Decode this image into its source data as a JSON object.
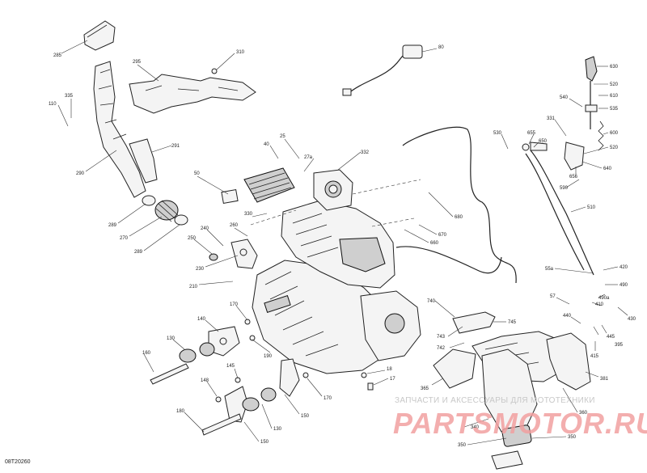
{
  "diagram": {
    "document_code": "08T20260",
    "watermark_caption": "ЗАПЧАСТИ И АКСЕССУАРЫ ДЛЯ МОТОТЕХНИКИ",
    "watermark_logo": "PARTSMOTOR.RU",
    "callouts": [
      {
        "id": "c285",
        "label": "285"
      },
      {
        "id": "c295",
        "label": "295"
      },
      {
        "id": "c310",
        "label": "310"
      },
      {
        "id": "c335",
        "label": "335"
      },
      {
        "id": "c110",
        "label": "110"
      },
      {
        "id": "c291",
        "label": "291"
      },
      {
        "id": "c290",
        "label": "290"
      },
      {
        "id": "c289a",
        "label": "289"
      },
      {
        "id": "c270",
        "label": "270"
      },
      {
        "id": "c289b",
        "label": "289"
      },
      {
        "id": "c50",
        "label": "50"
      },
      {
        "id": "c40",
        "label": "40"
      },
      {
        "id": "c25",
        "label": "25"
      },
      {
        "id": "c27a",
        "label": "27a"
      },
      {
        "id": "c332",
        "label": "332"
      },
      {
        "id": "c330",
        "label": "330"
      },
      {
        "id": "c260",
        "label": "260"
      },
      {
        "id": "c240",
        "label": "240"
      },
      {
        "id": "c250",
        "label": "250"
      },
      {
        "id": "c230",
        "label": "230"
      },
      {
        "id": "c210",
        "label": "210"
      },
      {
        "id": "c80",
        "label": "80"
      },
      {
        "id": "c680",
        "label": "680"
      },
      {
        "id": "c670",
        "label": "670"
      },
      {
        "id": "c660",
        "label": "660"
      },
      {
        "id": "c630",
        "label": "630"
      },
      {
        "id": "c520a",
        "label": "520"
      },
      {
        "id": "c540",
        "label": "540"
      },
      {
        "id": "c610",
        "label": "610"
      },
      {
        "id": "c535",
        "label": "535"
      },
      {
        "id": "c331",
        "label": "331"
      },
      {
        "id": "c600",
        "label": "600"
      },
      {
        "id": "c530",
        "label": "530"
      },
      {
        "id": "c655",
        "label": "655"
      },
      {
        "id": "c650",
        "label": "650"
      },
      {
        "id": "c520b",
        "label": "520"
      },
      {
        "id": "c640",
        "label": "640"
      },
      {
        "id": "c656",
        "label": "656"
      },
      {
        "id": "c590",
        "label": "590"
      },
      {
        "id": "c510",
        "label": "510"
      },
      {
        "id": "c420",
        "label": "420"
      },
      {
        "id": "c55a",
        "label": "55a"
      },
      {
        "id": "c490",
        "label": "490"
      },
      {
        "id": "c490a",
        "label": "490a"
      },
      {
        "id": "c57",
        "label": "57"
      },
      {
        "id": "c410",
        "label": "410"
      },
      {
        "id": "c430",
        "label": "430"
      },
      {
        "id": "c440",
        "label": "440"
      },
      {
        "id": "c445",
        "label": "445"
      },
      {
        "id": "c395",
        "label": "395"
      },
      {
        "id": "c415",
        "label": "415"
      },
      {
        "id": "c740",
        "label": "740"
      },
      {
        "id": "c745",
        "label": "745"
      },
      {
        "id": "c743",
        "label": "743"
      },
      {
        "id": "c742",
        "label": "742"
      },
      {
        "id": "c170a",
        "label": "170"
      },
      {
        "id": "c140",
        "label": "140"
      },
      {
        "id": "c130a",
        "label": "130"
      },
      {
        "id": "c160",
        "label": "160"
      },
      {
        "id": "c190",
        "label": "190"
      },
      {
        "id": "c18",
        "label": "18"
      },
      {
        "id": "c17",
        "label": "17"
      },
      {
        "id": "c365",
        "label": "365"
      },
      {
        "id": "c381",
        "label": "381"
      },
      {
        "id": "c145",
        "label": "145"
      },
      {
        "id": "c148",
        "label": "148"
      },
      {
        "id": "c170b",
        "label": "170"
      },
      {
        "id": "c180",
        "label": "180"
      },
      {
        "id": "c150a",
        "label": "150"
      },
      {
        "id": "c130b",
        "label": "130"
      },
      {
        "id": "c150b",
        "label": "150"
      },
      {
        "id": "c360",
        "label": "360"
      },
      {
        "id": "c340",
        "label": "340"
      },
      {
        "id": "c350a",
        "label": "350"
      },
      {
        "id": "c350b",
        "label": "350"
      }
    ]
  }
}
